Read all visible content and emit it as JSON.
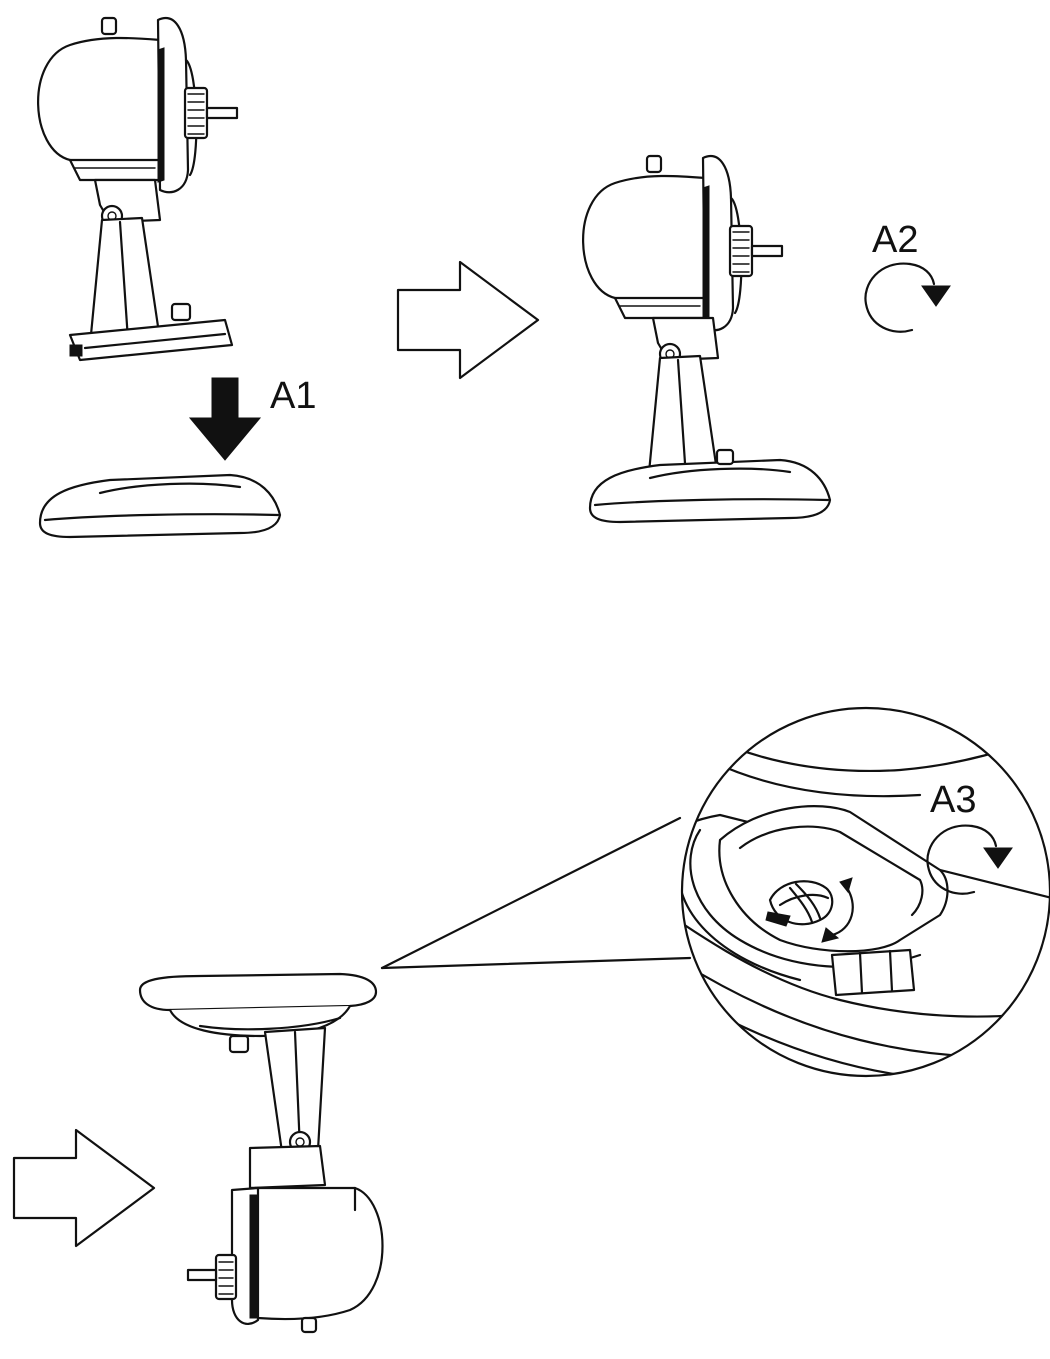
{
  "labels": {
    "a1": "A1",
    "a2": "A2",
    "a3": "A3"
  },
  "icons": {
    "step_arrow": "hollow-right-arrow-icon",
    "push_down": "solid-down-arrow-icon",
    "rotate": "clockwise-rotation-icon"
  },
  "colors": {
    "ink": "#111111",
    "paper": "#ffffff"
  }
}
